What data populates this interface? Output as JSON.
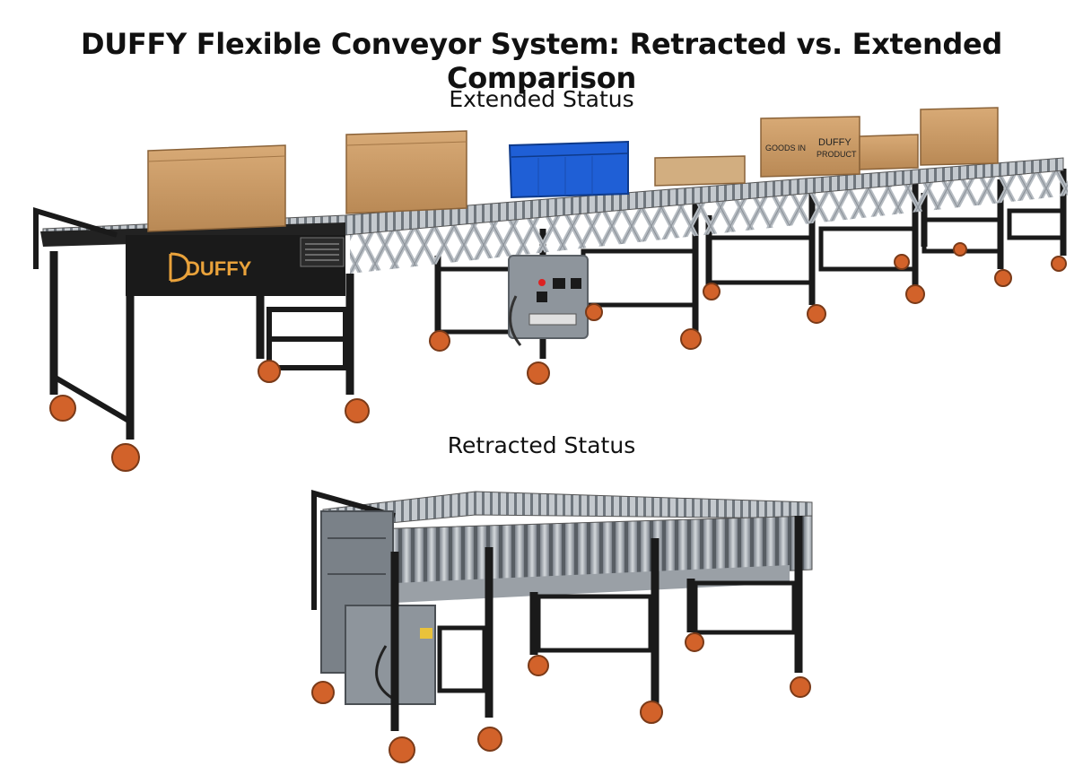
{
  "page": {
    "title": "DUFFY Flexible Conveyor System: Retracted vs. Extended Comparison",
    "extended_label": "Extended Status",
    "retracted_label": "Retracted Status"
  },
  "branding": {
    "logo_text": "DUFFY",
    "box_text_goods_in": "GOODS IN",
    "box_text_duffy": "DUFFY",
    "box_text_product": "PRODUCT"
  },
  "colors": {
    "frame": "#1a1a1a",
    "roller": "#b9bec4",
    "roller_dark": "#7d848c",
    "cardboard": "#c99a66",
    "cardboard_dark": "#a97a4a",
    "crate": "#1f5fd6",
    "control_box": "#8e959c",
    "wheel": "#d2622a",
    "logo_orange": "#e9a23b"
  },
  "icons": [
    "conveyor-photo",
    "cardboard-box-icon",
    "blue-crate-icon",
    "control-box-icon",
    "caster-wheel-icon"
  ]
}
